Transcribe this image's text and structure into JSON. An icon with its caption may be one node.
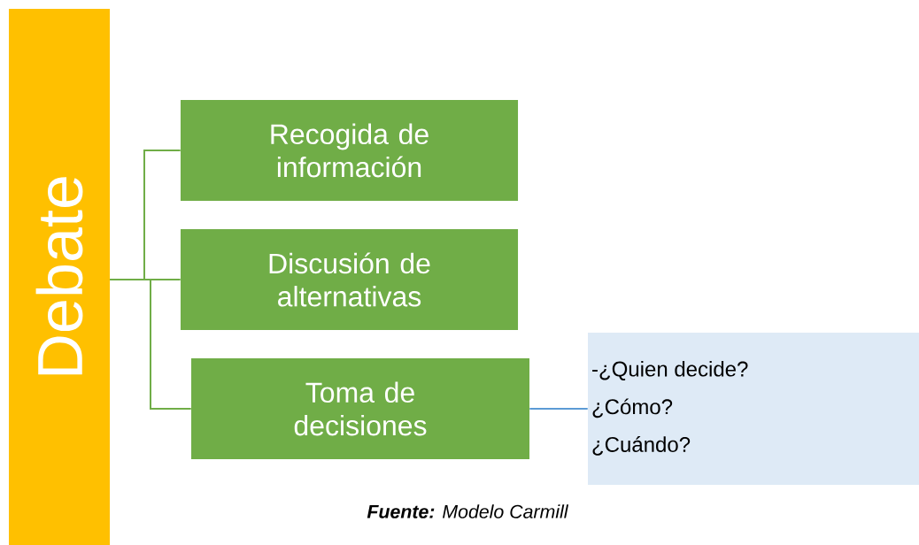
{
  "diagram": {
    "caption": "**Fuente:** Modelo Carmill",
    "nodes": [
      {
        "text": [
          "Debate"
        ]
      },
      {
        "text": [
          "Recogida de información"
        ]
      },
      {
        "text": [
          "Discusión de alternativas"
        ]
      },
      {
        "text": [
          "Toma de decisiones"
        ]
      },
      {
        "text": [
          "-¿Quien decide?",
          "¿Cómo?",
          "¿Cuándo?"
        ]
      }
    ],
    "edges": [
      {
        "from": 0,
        "to": 1,
        "arrow": "none"
      },
      {
        "from": 0,
        "to": 2,
        "arrow": "none"
      },
      {
        "from": 0,
        "to": 3,
        "arrow": "none"
      },
      {
        "from": 3,
        "to": 4,
        "arrow": "none",
        "color": "#5b9bd5"
      }
    ]
  }
}
